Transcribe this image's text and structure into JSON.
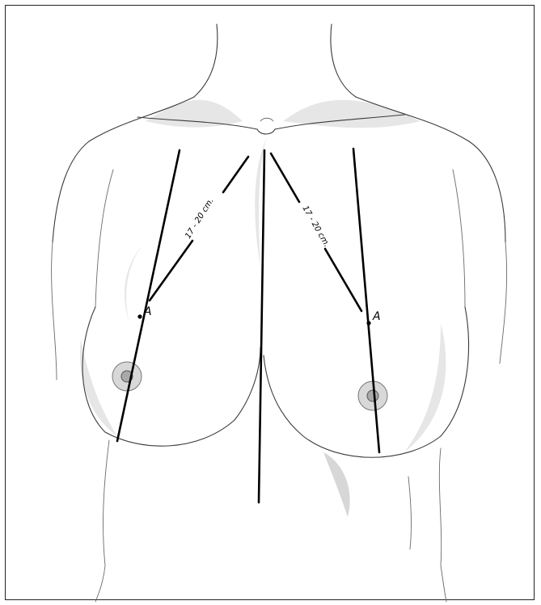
{
  "figure": {
    "point_label_left": "A",
    "point_label_right": "A",
    "measurement_left": "17 - 20 cm.",
    "measurement_right": "17 - 20 cm."
  },
  "colors": {
    "marker_lines": "#000000",
    "sketch": "#3a3a3a",
    "shading": "#bdbdbd"
  }
}
